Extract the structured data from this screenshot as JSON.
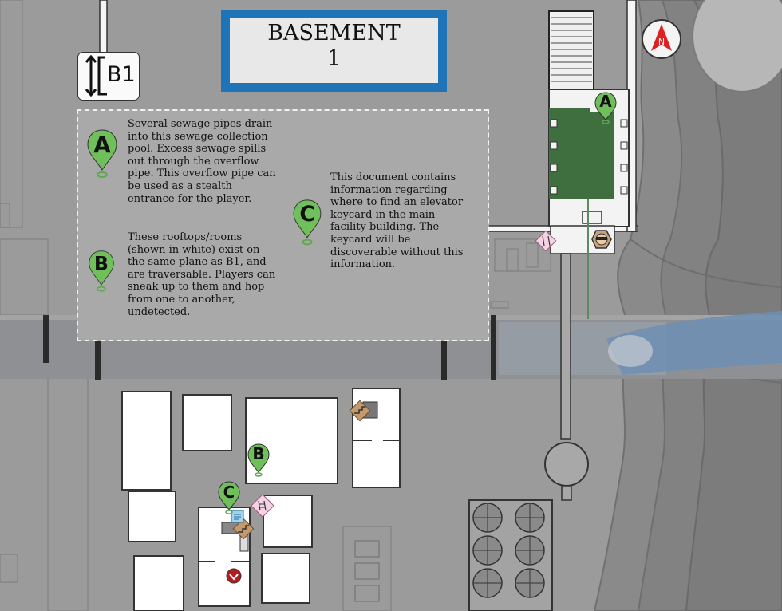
{
  "title": {
    "line1": "BASEMENT",
    "line2": "1"
  },
  "floor_tag": {
    "label": "B1",
    "icon": "floor-level-icon"
  },
  "compass": {
    "label": "N",
    "icon": "north-arrow-icon"
  },
  "legend": {
    "a_marker": "A",
    "a_text": "Several sewage pipes drain\ninto this sewage collection\npool. Excess sewage spills\nout through the overflow\npipe. This overflow pipe can\nbe used as a stealth\nentrance for the player.",
    "b_marker": "B",
    "b_text": "These rooftops/rooms\n(shown in white) exist on\nthe same plane as B1, and\nare traversable. Players can\nsneak up to them and hop\nfrom one to another,\nundetected.",
    "c_marker": "C",
    "c_text": "This document contains\ninformation regarding\nwhere to find an elevator\nkeycard in the main\nfacility building. The\nkeycard will be\ndiscoverable without this\ninformation."
  },
  "markers": {
    "a": "A",
    "b": "B",
    "c": "C"
  },
  "icons": [
    "ladder-icon",
    "stairs-icon",
    "thief-icon",
    "document-icon",
    "objective-icon"
  ],
  "colors": {
    "title_frame": "#1f73b7",
    "pin_green": "#6fbf5a",
    "pool_green": "#3f6e3f",
    "compass_red": "#e02020"
  }
}
